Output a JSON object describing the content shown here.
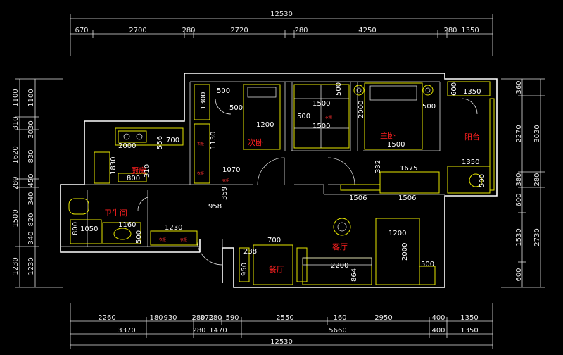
{
  "dims": {
    "top_total": "12530",
    "top_row": [
      "670",
      "2700",
      "280",
      "2720",
      "280",
      "4250",
      "280",
      "1350"
    ],
    "bottom_row1": [
      "2260",
      "180",
      "930",
      "280",
      "870",
      "280",
      "590",
      "2550",
      "160",
      "2950",
      "400",
      "1350"
    ],
    "bottom_row2": [
      "3370",
      "280",
      "1470",
      "5660",
      "400",
      "1350"
    ],
    "bottom_total": "12530",
    "left_outer": [
      "1100",
      "310",
      "1620",
      "280",
      "1500",
      "1230"
    ],
    "left_inner": [
      "1100",
      "3030",
      "830",
      "450",
      "340",
      "820",
      "340",
      "1230"
    ],
    "right_inner": [
      "360",
      "2270",
      "380",
      "600",
      "1530",
      "600"
    ],
    "right_outer": [
      "3030",
      "280",
      "2730"
    ]
  },
  "rooms": {
    "secondary_bedroom": "次卧",
    "master_bedroom": "主卧",
    "balcony": "阳台",
    "kitchen": "厨房",
    "bathroom": "卫生间",
    "living_room": "客厅",
    "dining_room": "餐厅"
  },
  "inner_dims": {
    "d500a": "500",
    "d1300": "1300",
    "d500b": "500",
    "d1200a": "1200",
    "d1130": "1130",
    "d1070": "1070",
    "d958": "958",
    "d359": "359",
    "d1500a": "1500",
    "d500c": "500",
    "d1500b": "1500",
    "d500d": "500",
    "d2000a": "2000",
    "d1500c": "1500",
    "d500e": "500",
    "d600": "600",
    "d1350a": "1350",
    "d1350b": "1350",
    "d500f": "500",
    "d332": "332",
    "d1675": "1675",
    "d1506a": "1506",
    "d1506b": "1506",
    "d2000b": "2000",
    "d556": "556",
    "d700a": "700",
    "d1830": "1830",
    "d310": "310",
    "d800a": "800",
    "d800b": "800",
    "d1050": "1050",
    "d1160": "1160",
    "d500g": "500",
    "d1230": "1230",
    "d700b": "700",
    "d238": "238",
    "d950": "950",
    "d2200": "2200",
    "d864": "864",
    "d1200b": "1200",
    "d2000c": "2000",
    "d500h": "500"
  },
  "labels_small": {
    "closet1": "衣柜",
    "closet2": "衣柜",
    "closet3": "衣柜",
    "shelf": "衣柜",
    "cab": "衣柜",
    "cab2": "衣柜"
  }
}
